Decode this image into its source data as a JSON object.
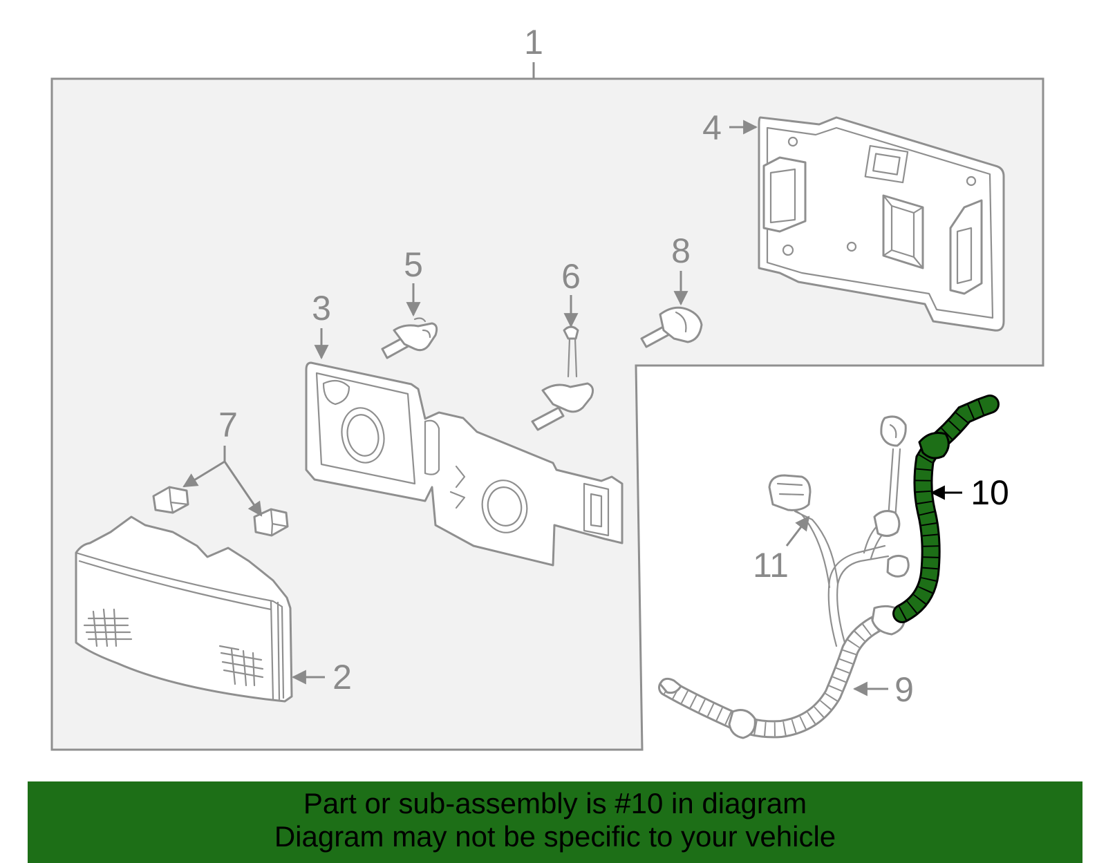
{
  "callouts": {
    "c1": "1",
    "c2": "2",
    "c3": "3",
    "c4": "4",
    "c5": "5",
    "c6": "6",
    "c7": "7",
    "c8": "8",
    "c9": "9",
    "c10": "10",
    "c11": "11"
  },
  "highlighted_part": "10",
  "banner": {
    "line1": "Part or sub-assembly is #10 in diagram",
    "line2": "Diagram may not be specific to your vehicle"
  },
  "colors": {
    "highlight": "#1d6f17",
    "banner_bg": "#1d6f17",
    "assembly_box": "#f2f2f2",
    "part_stroke": "#8f8f8f"
  }
}
